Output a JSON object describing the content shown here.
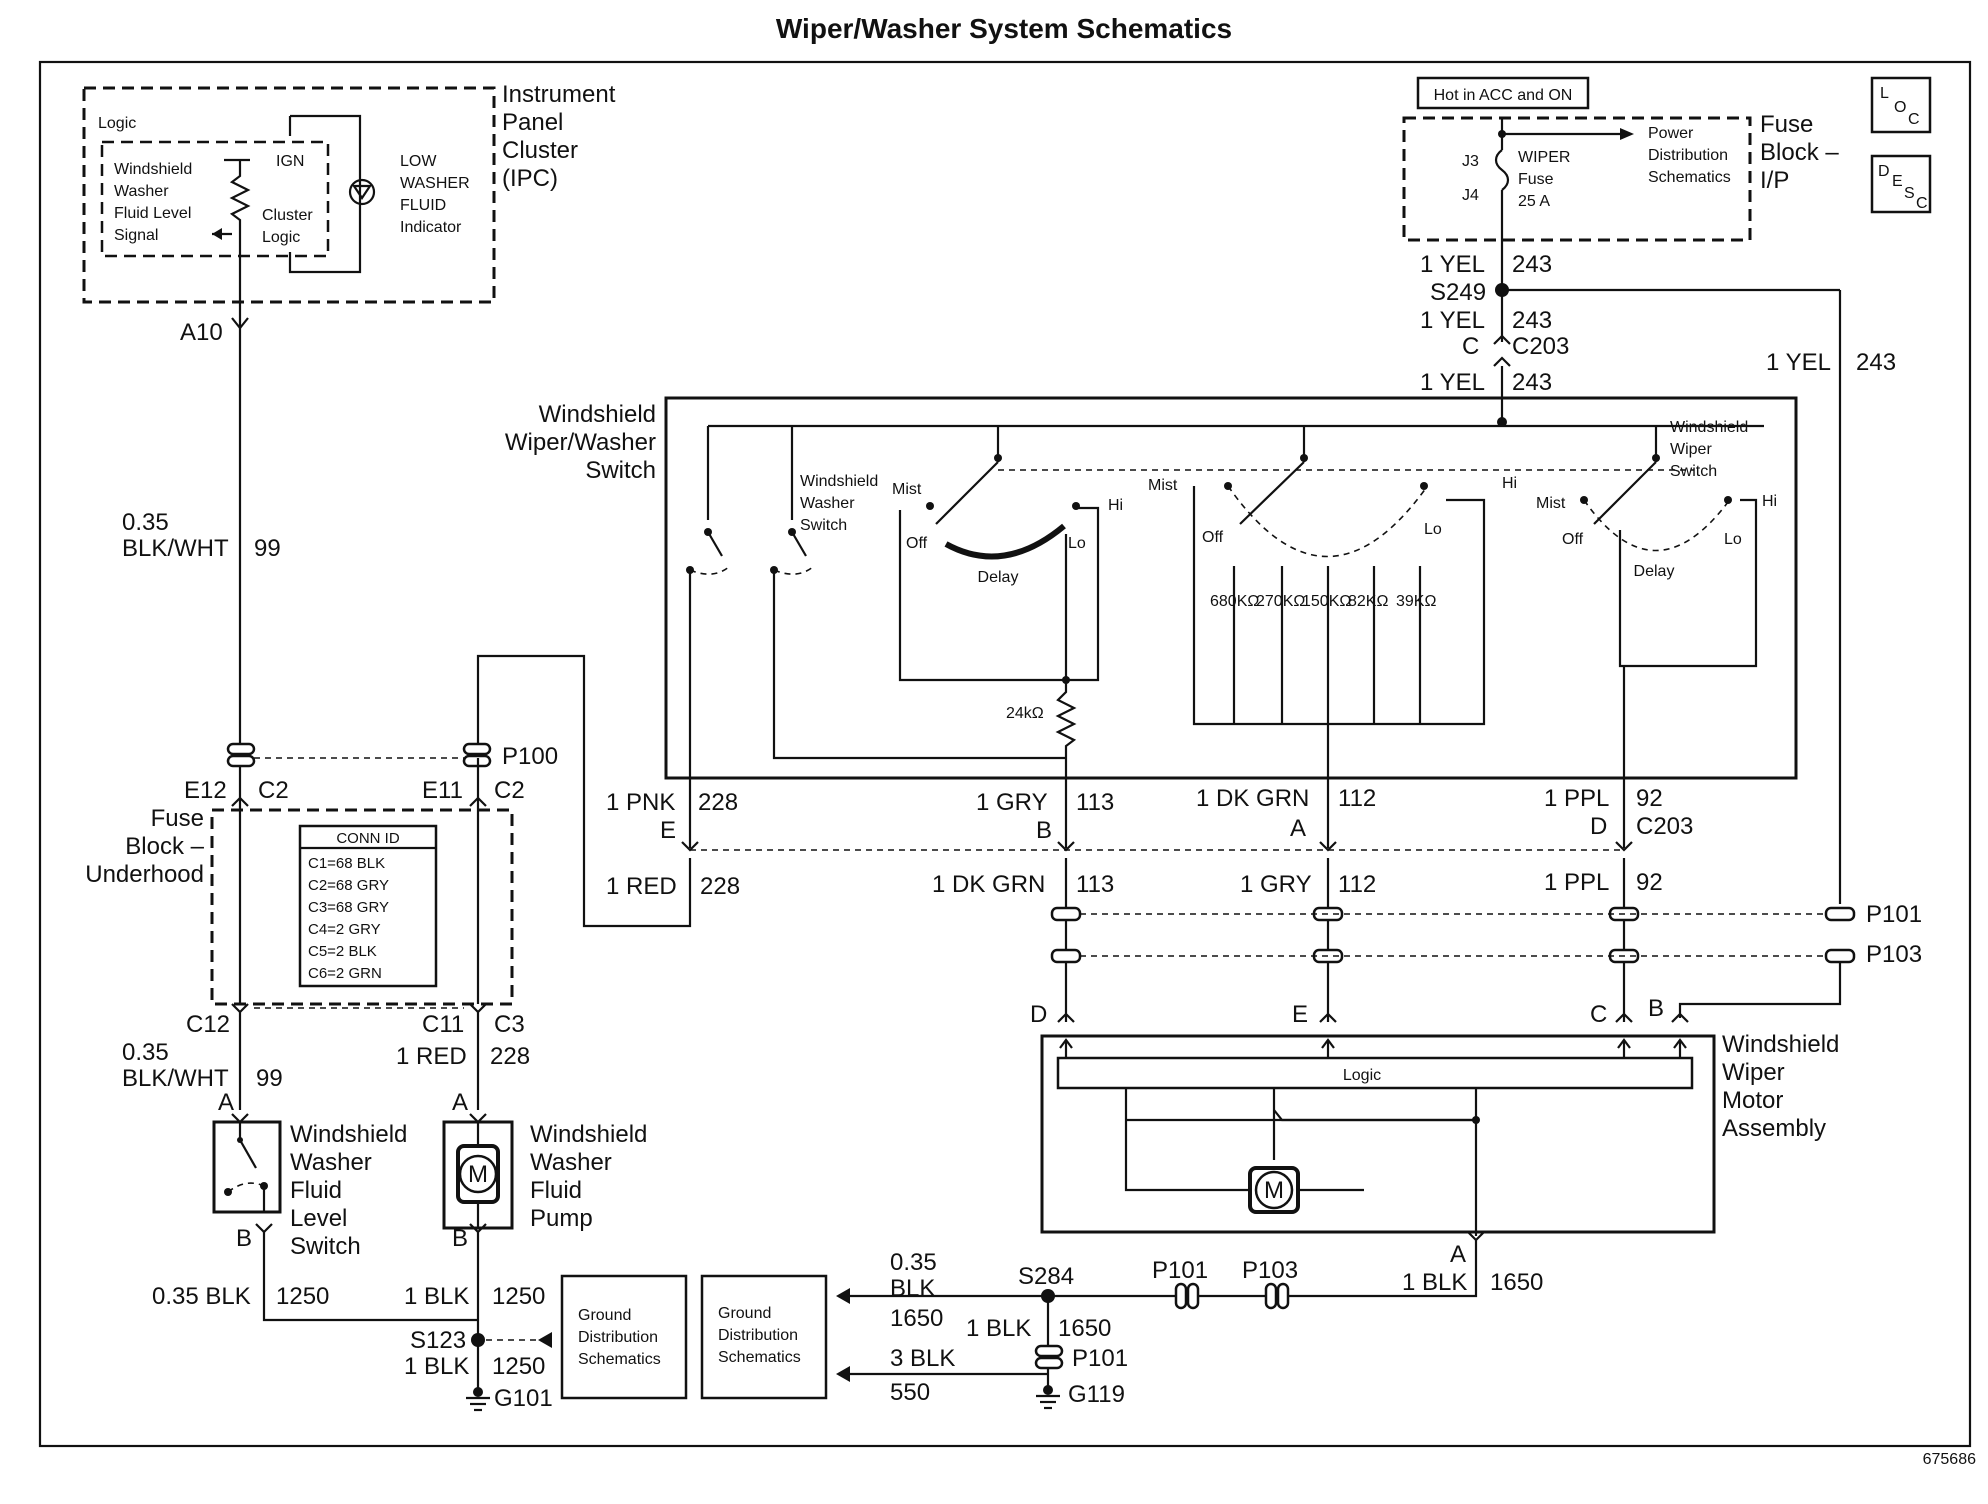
{
  "title": "Wiper/Washer System Schematics",
  "figure_number": "675686",
  "loc_icon": {
    "l": "L",
    "o": "O",
    "c": "C"
  },
  "desc_icon": {
    "d": "D",
    "e": "E",
    "s": "S",
    "c": "C"
  },
  "ipc": {
    "name": [
      "Instrument",
      "Panel",
      "Cluster",
      "(IPC)"
    ],
    "logic": "Logic",
    "signal": [
      "Windshield",
      "Washer",
      "Fluid Level",
      "Signal"
    ],
    "ign": "IGN",
    "cluster_logic": [
      "Cluster",
      "Logic"
    ],
    "indicator": [
      "LOW",
      "WASHER",
      "FLUID",
      "Indicator"
    ],
    "connector": "A10"
  },
  "fuse_block_ip": {
    "hot_label": "Hot in ACC and ON",
    "name": [
      "Fuse",
      "Block –",
      "I/P"
    ],
    "j3": "J3",
    "j4": "J4",
    "fuse": [
      "WIPER",
      "Fuse",
      "25 A"
    ],
    "power_dist": [
      "Power",
      "Distribution",
      "Schematics"
    ]
  },
  "wires": {
    "yel_243_a": {
      "gauge": "1 YEL",
      "circuit": "243"
    },
    "s249": "S249",
    "yel_243_b": {
      "gauge": "1 YEL",
      "circuit": "243"
    },
    "c203_top": {
      "pin": "C",
      "conn": "C203"
    },
    "yel_243_c": {
      "gauge": "1 YEL",
      "circuit": "243"
    },
    "yel_243_right": {
      "gauge": "1 YEL",
      "circuit": "243"
    },
    "blkwht_99_top": {
      "gauge": [
        "0.35",
        "BLK/WHT"
      ],
      "circuit": "99"
    },
    "pnk_228": {
      "gauge": "1 PNK",
      "circuit": "228",
      "pin": "E"
    },
    "gry_113": {
      "gauge": "1 GRY",
      "circuit": "113",
      "pin": "B"
    },
    "dkgrn_112": {
      "gauge": "1 DK GRN",
      "circuit": "112",
      "pin": "A"
    },
    "ppl_92": {
      "gauge": "1 PPL",
      "circuit": "92",
      "pin": "D",
      "conn": "C203"
    },
    "red_228": {
      "gauge": "1 RED",
      "circuit": "228"
    },
    "dkgrn_113": {
      "gauge": "1 DK GRN",
      "circuit": "113"
    },
    "gry_112": {
      "gauge": "1 GRY",
      "circuit": "112"
    },
    "ppl_92_b": {
      "gauge": "1 PPL",
      "circuit": "92"
    },
    "blkwht_99_bot": {
      "gauge": [
        "0.35",
        "BLK/WHT"
      ],
      "circuit": "99"
    },
    "red_228_bot": {
      "gauge": "1 RED",
      "circuit": "228"
    },
    "blk_1250_a": {
      "gauge": "0.35 BLK",
      "circuit": "1250"
    },
    "blk_1250_b": {
      "gauge": "1 BLK",
      "circuit": "1250"
    },
    "blk_1250_c": {
      "gauge": "1 BLK",
      "circuit": "1250"
    },
    "blk_1650_a": {
      "gauge": [
        "0.35",
        "BLK"
      ],
      "circuit": "1650"
    },
    "blk_1650_b": {
      "gauge": "1 BLK",
      "circuit": "1650"
    },
    "blk_1650_c": {
      "gauge": "1 BLK",
      "circuit": "1650"
    },
    "blk_550": {
      "gauge": "3 BLK",
      "circuit": "550"
    }
  },
  "switch": {
    "name": [
      "Windshield",
      "Wiper/Washer",
      "Switch"
    ],
    "washer_switch": [
      "Windshield",
      "Washer",
      "Switch"
    ],
    "wiper_switch": [
      "Windshield",
      "Wiper",
      "Switch"
    ],
    "mist": "Mist",
    "off": "Off",
    "lo": "Lo",
    "hi": "Hi",
    "delay": "Delay",
    "resistor_24k": "24kΩ",
    "resistors": [
      "680KΩ",
      "270KΩ",
      "150KΩ",
      "82KΩ",
      "39KΩ"
    ]
  },
  "connectors": {
    "e12": "E12",
    "c2a": "C2",
    "e11": "E11",
    "c2b": "C2",
    "p100": "P100",
    "c12": "C12",
    "c11": "C11",
    "c3": "C3",
    "p101": "P101",
    "p103": "P103",
    "pin_d": "D",
    "pin_e": "E",
    "pin_c": "C",
    "pin_b": "B",
    "pin_a_motor": "A",
    "pin_a_level": "A",
    "pin_b_level": "B",
    "pin_a_pump": "A",
    "pin_b_pump": "B",
    "p101_bot": "P101",
    "p103_bot": "P103",
    "p101_g": "P101"
  },
  "fuse_block_underhood": {
    "name": [
      "Fuse",
      "Block –",
      "Underhood"
    ],
    "conn_id_title": "CONN ID",
    "conn_ids": [
      "C1=68 BLK",
      "C2=68 GRY",
      "C3=68 GRY",
      "C4=2 GRY",
      "C5=2 BLK",
      "C6=2 GRN"
    ]
  },
  "motor_assembly": {
    "name": [
      "Windshield",
      "Wiper",
      "Motor",
      "Assembly"
    ],
    "logic": "Logic",
    "motor": "M"
  },
  "level_switch": {
    "name": [
      "Windshield",
      "Washer",
      "Fluid",
      "Level",
      "Switch"
    ]
  },
  "pump": {
    "name": [
      "Windshield",
      "Washer",
      "Fluid",
      "Pump"
    ],
    "motor": "M"
  },
  "grounds": {
    "s123": "S123",
    "g101": "G101",
    "s284": "S284",
    "g119": "G119",
    "gnd_dist_1": [
      "Ground",
      "Distribution",
      "Schematics"
    ],
    "gnd_dist_2": [
      "Ground",
      "Distribution",
      "Schematics"
    ]
  }
}
